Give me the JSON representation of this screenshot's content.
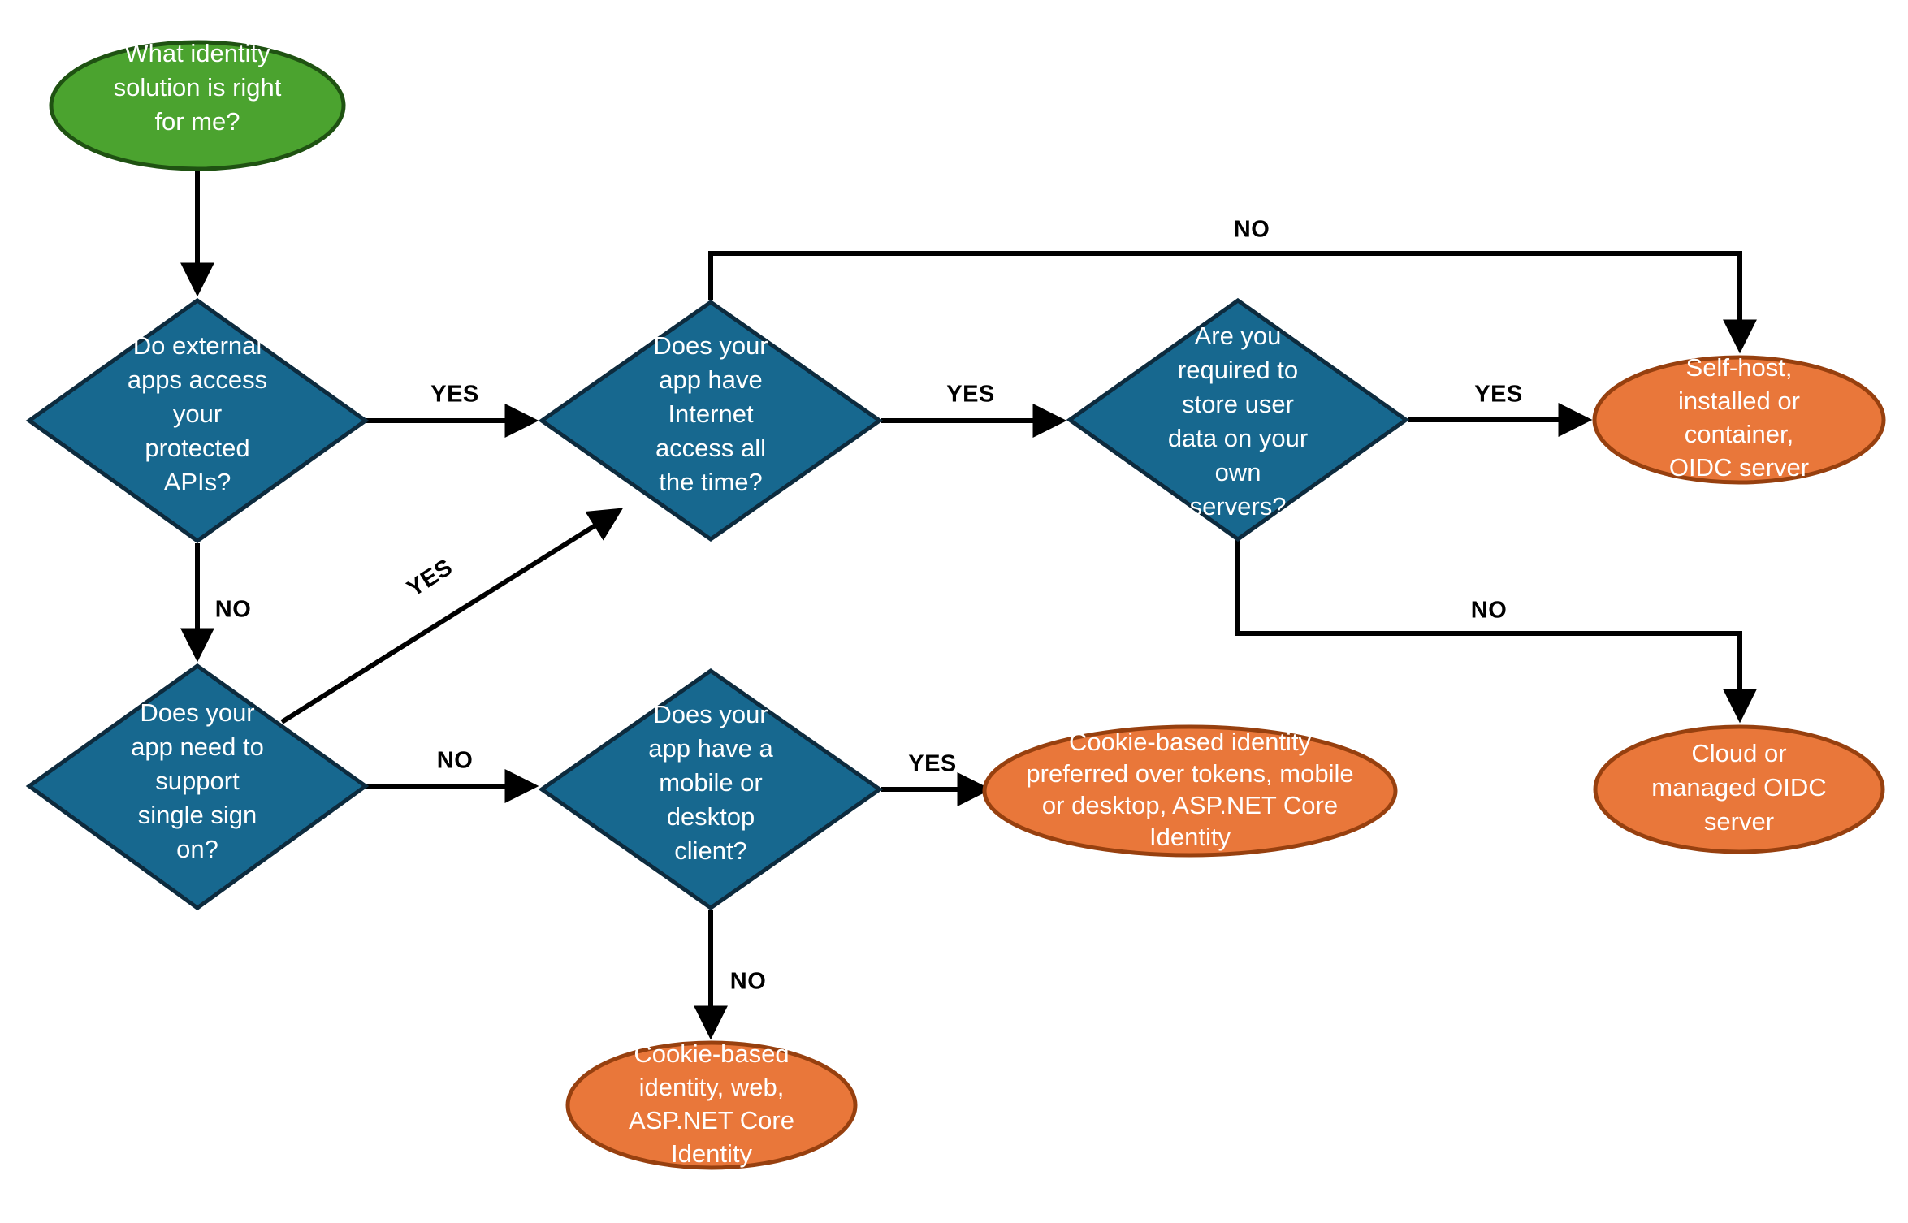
{
  "diagram": {
    "title": "What identity solution is right for me?",
    "type": "flowchart",
    "colors": {
      "start_fill": "#4ba32f",
      "start_stroke": "#1f5212",
      "decision_fill": "#17688f",
      "decision_stroke": "#0d2b3e",
      "terminal_fill": "#e9773a",
      "terminal_stroke": "#97400f",
      "edge": "#000000",
      "background": "#ffffff",
      "node_text": "#ffffff",
      "edge_text": "#000000"
    },
    "nodes": {
      "start": {
        "shape": "ellipse",
        "kind": "start",
        "lines": [
          "What identity",
          "solution is right",
          "for me?"
        ]
      },
      "external_apis": {
        "shape": "diamond",
        "kind": "decision",
        "lines": [
          "Do external",
          "apps access",
          "your",
          "protected",
          "APIs?"
        ]
      },
      "internet_access": {
        "shape": "diamond",
        "kind": "decision",
        "lines": [
          "Does your",
          "app have",
          "Internet",
          "access all",
          "the time?"
        ]
      },
      "store_user_data": {
        "shape": "diamond",
        "kind": "decision",
        "lines": [
          "Are you",
          "required to",
          "store user",
          "data on your",
          "own",
          "servers?"
        ]
      },
      "single_sign_on": {
        "shape": "diamond",
        "kind": "decision",
        "lines": [
          "Does your",
          "app need to",
          "support",
          "single sign",
          "on?"
        ]
      },
      "mobile_desktop_client": {
        "shape": "diamond",
        "kind": "decision",
        "lines": [
          "Does your",
          "app have a",
          "mobile or",
          "desktop",
          "client?"
        ]
      },
      "self_host_oidc": {
        "shape": "ellipse",
        "kind": "terminal",
        "lines": [
          "Self-host,",
          "installed or",
          "container,",
          "OIDC server"
        ]
      },
      "cloud_managed_oidc": {
        "shape": "ellipse",
        "kind": "terminal",
        "lines": [
          "Cloud or",
          "managed OIDC",
          "server"
        ]
      },
      "cookie_mobile_desktop": {
        "shape": "ellipse",
        "kind": "terminal",
        "lines": [
          "Cookie-based identity",
          "preferred over tokens, mobile",
          "or desktop, ASP.NET Core",
          "Identity"
        ]
      },
      "cookie_web": {
        "shape": "ellipse",
        "kind": "terminal",
        "lines": [
          "Cookie-based",
          "identity, web,",
          "ASP.NET Core",
          "Identity"
        ]
      }
    },
    "edges": [
      {
        "id": "start-to-external-apis",
        "from": "start",
        "to": "external_apis",
        "label": ""
      },
      {
        "id": "external-apis-yes",
        "from": "external_apis",
        "to": "internet_access",
        "label": "YES"
      },
      {
        "id": "external-apis-no",
        "from": "external_apis",
        "to": "single_sign_on",
        "label": "NO"
      },
      {
        "id": "single-sign-on-yes",
        "from": "single_sign_on",
        "to": "internet_access",
        "label": "YES"
      },
      {
        "id": "single-sign-on-no",
        "from": "single_sign_on",
        "to": "mobile_desktop_client",
        "label": "NO"
      },
      {
        "id": "internet-access-yes",
        "from": "internet_access",
        "to": "store_user_data",
        "label": "YES"
      },
      {
        "id": "internet-access-no",
        "from": "internet_access",
        "to": "self_host_oidc",
        "label": "NO"
      },
      {
        "id": "store-user-data-yes",
        "from": "store_user_data",
        "to": "self_host_oidc",
        "label": "YES"
      },
      {
        "id": "store-user-data-no",
        "from": "store_user_data",
        "to": "cloud_managed_oidc",
        "label": "NO"
      },
      {
        "id": "mobile-desktop-yes",
        "from": "mobile_desktop_client",
        "to": "cookie_mobile_desktop",
        "label": "YES"
      },
      {
        "id": "mobile-desktop-no",
        "from": "mobile_desktop_client",
        "to": "cookie_web",
        "label": "NO"
      }
    ],
    "edge_labels": {
      "external_apis_yes": "YES",
      "external_apis_no": "NO",
      "single_sign_on_yes": "YES",
      "single_sign_on_no": "NO",
      "internet_access_yes": "YES",
      "internet_access_no": "NO",
      "store_user_data_yes": "YES",
      "store_user_data_no": "NO",
      "mobile_desktop_yes": "YES",
      "mobile_desktop_no": "NO"
    }
  }
}
